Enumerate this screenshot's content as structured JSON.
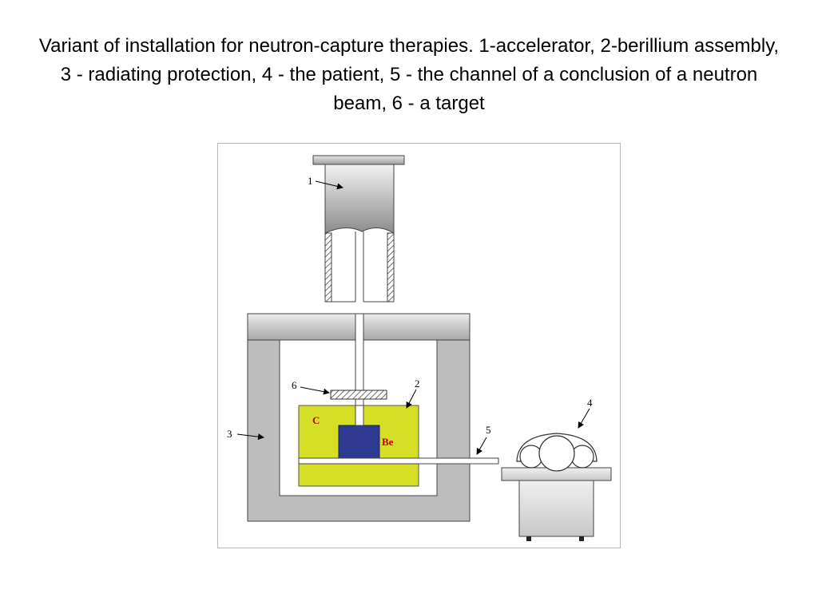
{
  "title": "Variant of installation for neutron-capture therapies. 1-accelerator, 2-berillium assembly, 3 - radiating protection, 4 - the patient, 5 - the channel of a conclusion of a neutron beam, 6 - a target",
  "diagram": {
    "labels": {
      "accelerator": "1",
      "beryllium_assembly": "2",
      "radiating_protection": "3",
      "patient": "4",
      "beam_channel": "5",
      "target": "6"
    },
    "materials": {
      "carbon": "C",
      "beryllium": "Be"
    },
    "colors": {
      "shield": "#bdbdbd",
      "assembly": "#d4df25",
      "beryllium_block": "#2e3a8f",
      "material_text": "#c00000"
    }
  }
}
